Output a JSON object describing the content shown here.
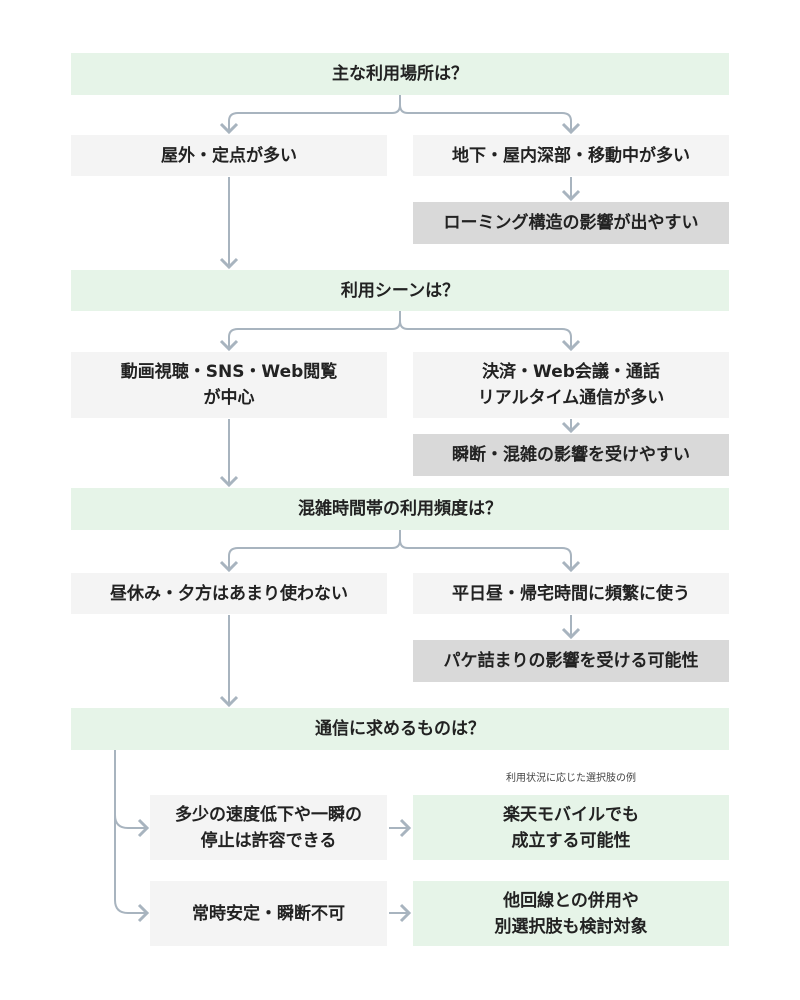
{
  "questions": [
    {
      "label": "主な利用場所は？"
    },
    {
      "label": "利用シーンは？"
    },
    {
      "label": "混雑時間帯の利用頻度は？"
    },
    {
      "label": "通信に求めるものは？"
    }
  ],
  "step1": {
    "left": "屋外・定点が多い",
    "right": "地下・屋内深部・移動中が多い",
    "right_result": "ローミング構造の影響が出やすい"
  },
  "step2": {
    "left": "動画視聴・SNS・Web閲覧\nが中心",
    "right": "決済・Web会議・通話\nリアルタイム通信が多い",
    "right_result": "瞬断・混雑の影響を受けやすい"
  },
  "step3": {
    "left": "昼休み・夕方はあまり使わない",
    "right": "平日昼・帰宅時間に頻繁に使う",
    "right_result": "パケ詰まりの影響を受ける可能性"
  },
  "step4": {
    "caption": "利用状況に応じた選択肢の例",
    "rows": [
      {
        "need": "多少の速度低下や一瞬の\n停止は許容できる",
        "recommendation": "楽天モバイルでも\n成立する可能性"
      },
      {
        "need": "常時安定・瞬断不可",
        "recommendation": "他回線との併用や\n別選択肢も検討対象"
      }
    ]
  },
  "colors": {
    "question_bg": "#e6f4e8",
    "option_bg": "#f4f4f4",
    "result_bg": "#d9d9d9",
    "connector": "#a8b4bf",
    "text": "#222222"
  }
}
